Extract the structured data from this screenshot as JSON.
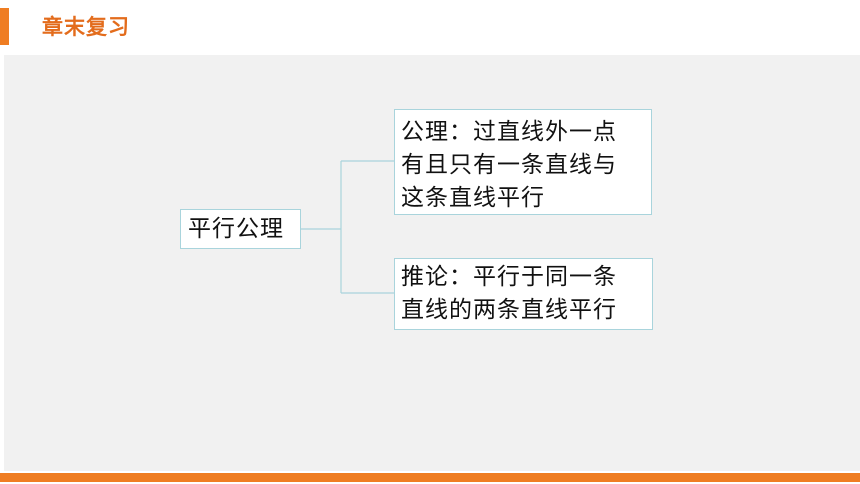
{
  "header": {
    "title": "章末复习",
    "accent_color": "#ef7d22",
    "title_color": "#e36c1c"
  },
  "diagram": {
    "root": {
      "label": "平行公理"
    },
    "branches": [
      {
        "lines": [
          "公理：过直线外一点",
          "有且只有一条直线与",
          "这条直线平行"
        ]
      },
      {
        "lines": [
          "推论：平行于同一条",
          "直线的两条直线平行"
        ]
      }
    ],
    "connector_color": "#a9d4dc",
    "background_color": "#f1f1f1"
  }
}
